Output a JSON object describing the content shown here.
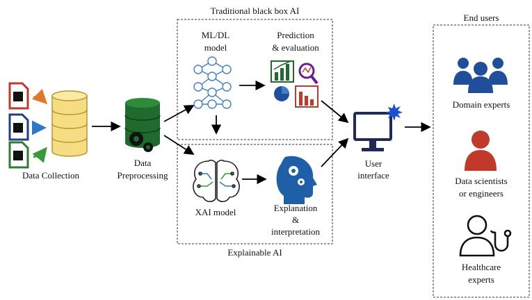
{
  "sections": {
    "traditional": "Traditional black box AI",
    "explainable": "Explainable AI",
    "end_users": "End users"
  },
  "nodes": {
    "data_collection": "Data Collection",
    "data_preprocessing": [
      "Data",
      "Preprocessing"
    ],
    "mldl_model": [
      "ML/DL",
      "model"
    ],
    "prediction": [
      "Prediction",
      "& evaluation"
    ],
    "xai_model": "XAI model",
    "explanation": [
      "Explanation",
      "&",
      "interpretation"
    ],
    "user_interface": [
      "User",
      "interface"
    ]
  },
  "users": {
    "domain_experts": "Domain experts",
    "data_scientists": [
      "Data scientists",
      "or engineers"
    ],
    "healthcare": [
      "Healthcare",
      "experts"
    ]
  },
  "colors": {
    "navy": "#1f2a5a",
    "blue": "#1f5fa8",
    "green": "#1f6b2e",
    "red": "#c0392b",
    "gold": "#f2d36b",
    "purple": "#6a1b9a"
  }
}
